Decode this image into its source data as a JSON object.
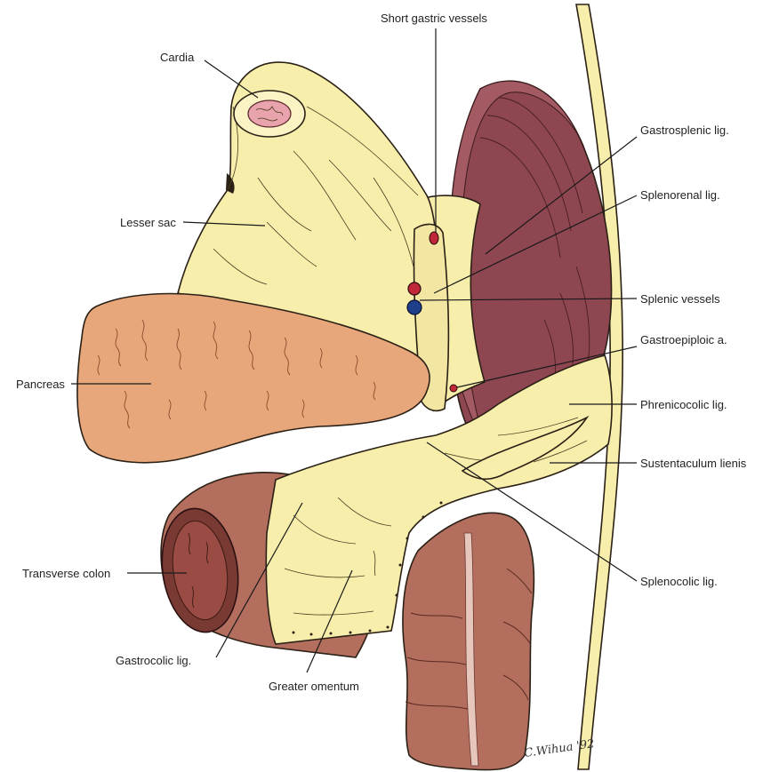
{
  "figure": {
    "labels": {
      "short_gastric_vessels": "Short gastric vessels",
      "cardia": "Cardia",
      "gastrosplenic_lig": "Gastrosplenic lig.",
      "splenorenal_lig": "Splenorenal lig.",
      "lesser_sac": "Lesser sac",
      "splenic_vessels": "Splenic vessels",
      "gastroepiploic_a": "Gastroepiploic a.",
      "pancreas": "Pancreas",
      "phrenicocolic_lig": "Phrenicocolic lig.",
      "sustentaculum_lienis": "Sustentaculum lienis",
      "transverse_colon": "Transverse colon",
      "splenocolic_lig": "Splenocolic lig.",
      "gastrocolic_lig": "Gastrocolic lig.",
      "greater_omentum": "Greater omentum"
    },
    "signature": "C.Wihua '92",
    "colors": {
      "peritoneum_yellow": "#f6eeaa",
      "spleen": "#8e4650",
      "pancreas": "#e8a77a",
      "colon": "#b36e5e",
      "artery_red": "#c0283a",
      "vein_blue": "#1f3f8a"
    }
  }
}
